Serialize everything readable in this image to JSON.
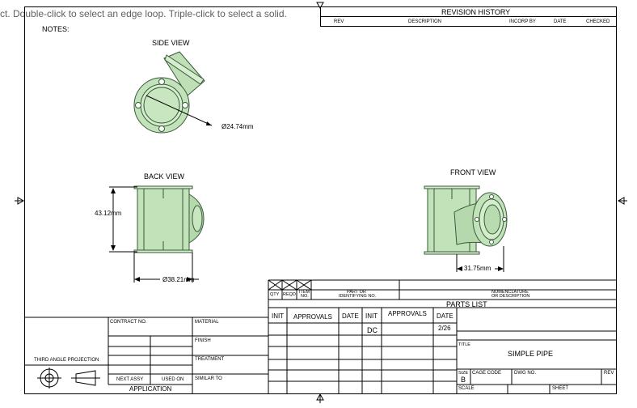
{
  "hint": "ct. Double-click to select an edge loop. Triple-click to select a solid.",
  "notes_label": "NOTES:",
  "views": {
    "side": "SIDE VIEW",
    "back": "BACK VIEW",
    "front": "FRONT VIEW"
  },
  "dimensions": {
    "side_diameter": "Ø24.74mm",
    "back_height": "43.12mm",
    "back_diameter": "Ø38.21mm",
    "front_length": "31.75mm"
  },
  "revision": {
    "title": "REVISION HISTORY",
    "columns": [
      "REV",
      "DESCRIPTION",
      "INCORP BY",
      "DATE",
      "CHECKED"
    ]
  },
  "parts_list": {
    "title": "PARTS LIST",
    "qty": "QTY",
    "reqd": "REQD",
    "item": "ITEM",
    "no": "NO.",
    "part_or": "PART OR",
    "identifying_no": "IDENTIFYING NO.",
    "nomenclature": "NOMENCLATURE",
    "or_description": "OR DESCRIPTION"
  },
  "title_block": {
    "contract_no": "CONTRACT NO.",
    "material": "MATERIAL",
    "finish": "FINISH",
    "treatment": "TREATMENT",
    "similar_to": "SIMILAR TO",
    "third_angle": "THIRD ANGLE PROJECTION",
    "next_assy": "NEXT ASSY",
    "used_on": "USED ON",
    "application": "APPLICATION",
    "init": "INIT",
    "approvals": "APPROVALS",
    "date": "DATE",
    "init2": "INIT",
    "approvals2": "APPROVALS",
    "date2": "DATE",
    "dc": "DC",
    "date_value": "2/26",
    "title_label": "TITLE",
    "title_value": "SIMPLE PIPE",
    "size_label": "SIZE",
    "size_value": "B",
    "cage_code": "CAGE CODE",
    "dwg_no": "DWG NO.",
    "rev": "REV",
    "scale": "SCALE",
    "sheet": "SHEET"
  },
  "colors": {
    "part_fill": "#c8e6c0",
    "part_shade": "#9cc996",
    "part_edge": "#3a5a3a"
  },
  "icons": [
    "third-angle-projection-icon",
    "sheet-marker-icon"
  ]
}
